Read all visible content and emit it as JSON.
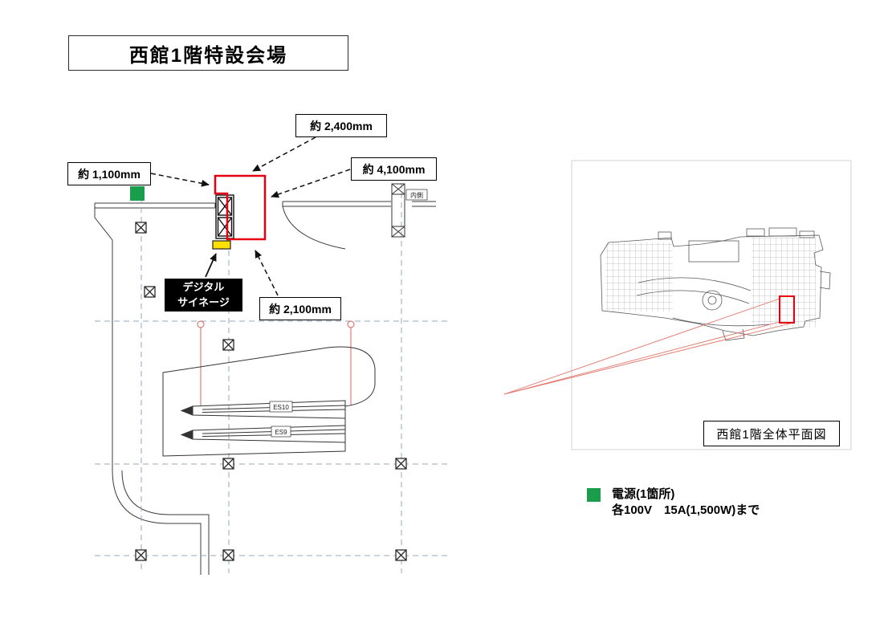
{
  "title": {
    "text": "西館1階特設会場"
  },
  "dimension_labels": {
    "top": "約 2,400mm",
    "right": "約 4,100mm",
    "left": "約 1,100mm",
    "bottom": "約 2,100mm"
  },
  "signage_label": {
    "line1": "デジタル",
    "line2": "サイネージ"
  },
  "plan_text": {
    "escalator_upper": "ES10",
    "escalator_lower": "ES9",
    "door_note": "内側"
  },
  "overview": {
    "caption": "西館1階全体平面図"
  },
  "legend": {
    "power_title": "電源(1箇所)",
    "power_detail": "各100V　15A(1,500W)まで"
  },
  "colors": {
    "venue_red": "#e60012",
    "power_green": "#1a9e4b",
    "signage_yellow": "#ffe100",
    "locator_line": "#e2766b",
    "section_marker": "#d9534f"
  }
}
